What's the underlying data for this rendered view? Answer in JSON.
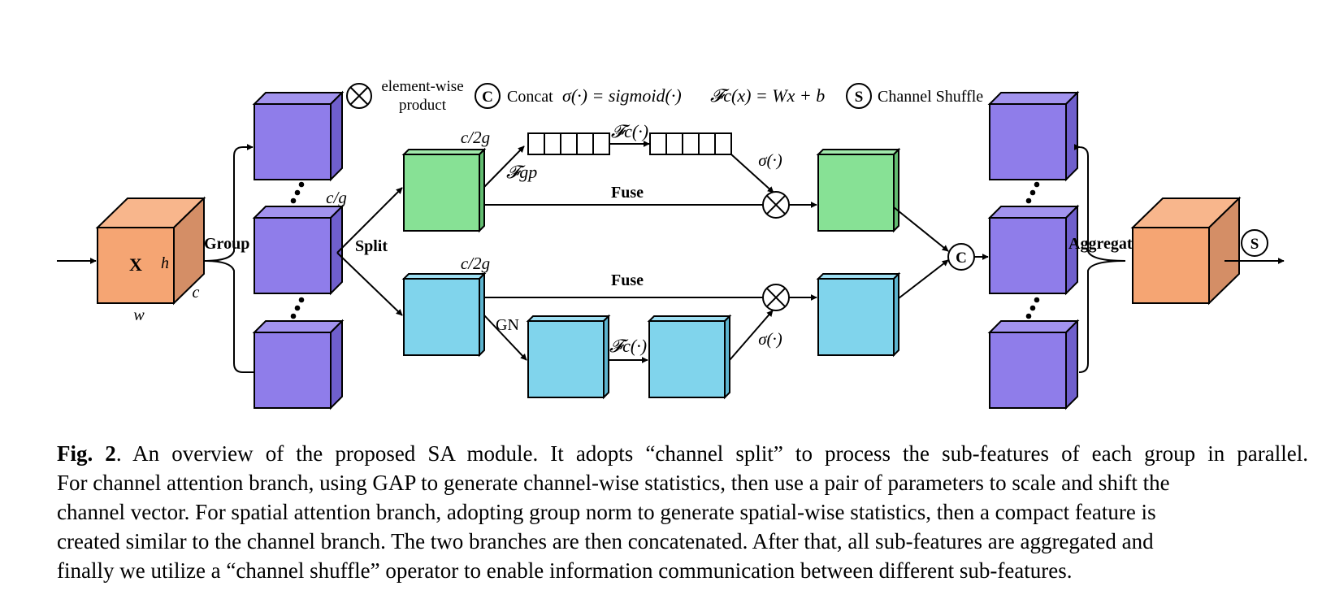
{
  "legend": {
    "product_label_line1": "element-wise",
    "product_label_line2": "product",
    "concat_symbol": "C",
    "concat_label": "Concat",
    "sigma_def": "σ(·) = sigmoid(·)",
    "fc_def": "𝓕c(x) = Wx + b",
    "shuffle_symbol": "S",
    "shuffle_label": "Channel Shuffle"
  },
  "input": {
    "name": "X",
    "height": "h",
    "width": "w",
    "channels": "c"
  },
  "labels": {
    "group": "Group",
    "split": "Split",
    "aggregate": "Aggregate",
    "fuse_top": "Fuse",
    "fuse_bottom": "Fuse",
    "group_channels": "c/g",
    "half_channels_top": "c/2g",
    "half_channels_bottom": "c/2g",
    "gap_op": "𝓕gp",
    "fc_top": "𝓕c(·)",
    "fc_bottom": "𝓕c(·)",
    "sigmoid_top": "σ(·)",
    "sigmoid_bottom": "σ(·)",
    "gn": "GN",
    "concat_node": "C",
    "shuffle_node": "S"
  },
  "colors": {
    "input_front": "#f5a573",
    "input_top": "#f8b68c",
    "input_side": "#d48e66",
    "group_front": "#8f7dea",
    "group_top": "#a293ee",
    "group_side": "#6f5fcc",
    "channel_front": "#87e195",
    "channel_top": "#a0e8ab",
    "channel_side": "#62bd70",
    "spatial_front": "#80d4ec",
    "spatial_top": "#9edff2",
    "spatial_side": "#5cb4cf"
  },
  "caption": {
    "fig_label": "Fig. 2",
    "line1": ". An overview of the proposed SA module. It adopts “channel split” to process the sub-features of each group in parallel.",
    "line2": "For channel attention branch, using GAP to generate channel-wise statistics, then use a pair of parameters to scale and shift the",
    "line3": "channel vector. For spatial attention branch, adopting group norm to generate spatial-wise statistics, then a compact feature is",
    "line4": "created similar to the channel branch. The two branches are then concatenated. After that, all sub-features are aggregated and",
    "line5": "finally we utilize a “channel shuffle” operator to enable information communication between different sub-features."
  }
}
